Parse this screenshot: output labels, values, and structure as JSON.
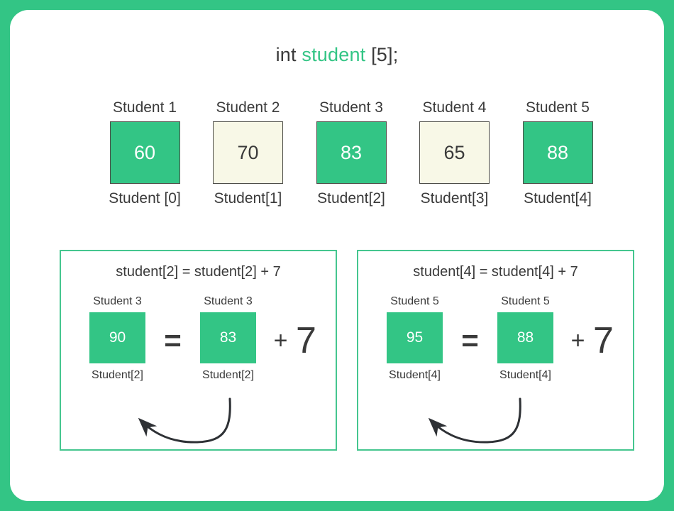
{
  "theme": {
    "frame_color": "#33c585",
    "card_color": "#ffffff",
    "accent_green": "#33c585",
    "cream": "#f8f8e7",
    "text_color": "#3a3a3a",
    "panel_border": "#45c68f",
    "box_border": "#4d4d47",
    "arrow_color": "#2e3135"
  },
  "title": {
    "keyword": "int ",
    "identifier": "student",
    "suffix": " [5];",
    "full": "int student [5];"
  },
  "array": {
    "cells": [
      {
        "top_label": "Student 1",
        "value": "60",
        "bottom_label": "Student [0]",
        "style": "green"
      },
      {
        "top_label": "Student 2",
        "value": "70",
        "bottom_label": "Student[1]",
        "style": "cream"
      },
      {
        "top_label": "Student 3",
        "value": "83",
        "bottom_label": "Student[2]",
        "style": "green"
      },
      {
        "top_label": "Student 4",
        "value": "65",
        "bottom_label": "Student[3]",
        "style": "cream"
      },
      {
        "top_label": "Student 5",
        "value": "88",
        "bottom_label": "Student[4]",
        "style": "green"
      }
    ]
  },
  "panels": [
    {
      "formula": "student[2] = student[2] + 7",
      "result": {
        "top_label": "Student 3",
        "value": "90",
        "bottom_label": "Student[2]"
      },
      "equals_symbol": "=",
      "operand": {
        "top_label": "Student 3",
        "value": "83",
        "bottom_label": "Student[2]"
      },
      "plus_symbol": "+",
      "addend": "7"
    },
    {
      "formula": "student[4] = student[4] + 7",
      "result": {
        "top_label": "Student 5",
        "value": "95",
        "bottom_label": "Student[4]"
      },
      "equals_symbol": "=",
      "operand": {
        "top_label": "Student 5",
        "value": "88",
        "bottom_label": "Student[4]"
      },
      "plus_symbol": "+",
      "addend": "7"
    }
  ]
}
